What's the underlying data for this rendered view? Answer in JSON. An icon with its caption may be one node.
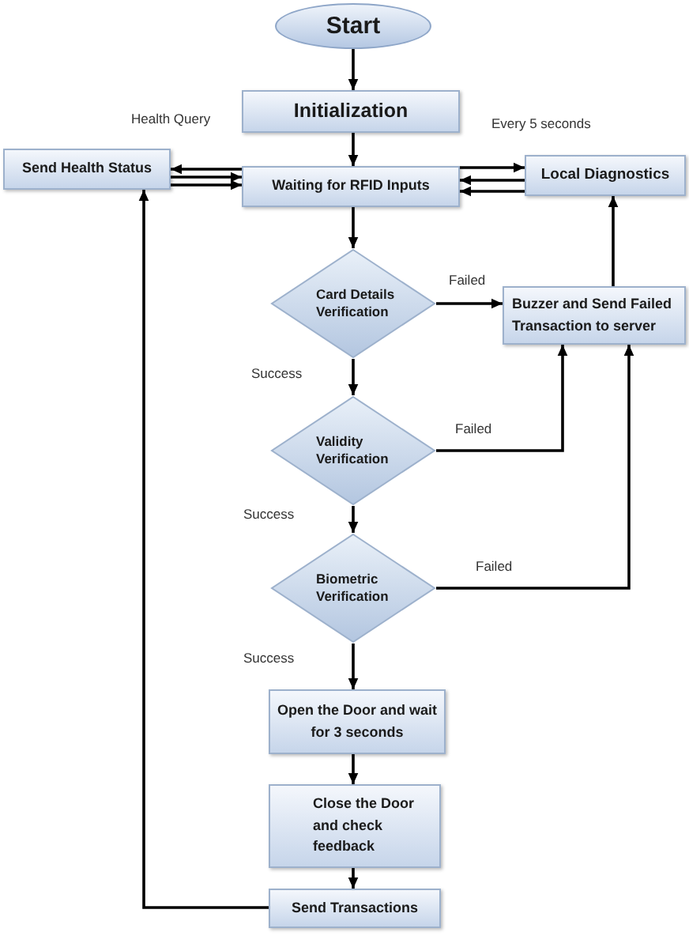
{
  "diagram": {
    "nodes": [
      {
        "text": [
          "Start"
        ]
      },
      {
        "text": [
          "Initialization"
        ]
      },
      {
        "text": [
          "Waiting for RFID Inputs"
        ]
      },
      {
        "text": [
          "Send Health Status"
        ]
      },
      {
        "text": [
          "Local Diagnostics"
        ]
      },
      {
        "text": [
          "Card Details Verification"
        ]
      },
      {
        "text": [
          "Buzzer and Send Failed Transaction to server"
        ]
      },
      {
        "text": [
          "Validity Verification"
        ]
      },
      {
        "text": [
          "Biometric Verification"
        ]
      },
      {
        "text": [
          "Open the Door and wait for 3 seconds"
        ]
      },
      {
        "text": [
          "Close the Door and check feedback"
        ]
      },
      {
        "text": [
          "Send Transactions"
        ]
      }
    ],
    "edges": [
      {
        "from": 0,
        "to": 1,
        "arrow": "to"
      },
      {
        "from": 1,
        "to": 2,
        "arrow": "to"
      },
      {
        "from": 2,
        "to": 3,
        "arrow": "to"
      },
      {
        "from": 3,
        "to": 2,
        "arrow": "to"
      },
      {
        "from": 3,
        "to": 2,
        "arrow": "to"
      },
      {
        "from": 2,
        "to": 4,
        "arrow": "to"
      },
      {
        "from": 4,
        "to": 2,
        "arrow": "to"
      },
      {
        "from": 4,
        "to": 2,
        "arrow": "to"
      },
      {
        "from": 11,
        "to": 3,
        "arrow": "to"
      },
      {
        "from": 2,
        "to": 5,
        "arrow": "to"
      },
      {
        "from": 5,
        "to": 6,
        "arrow": "to",
        "label": "Failed"
      },
      {
        "from": 5,
        "to": 7,
        "arrow": "to",
        "label": "Success"
      },
      {
        "from": 7,
        "to": 6,
        "arrow": "to",
        "label": "Failed"
      },
      {
        "from": 7,
        "to": 8,
        "arrow": "to",
        "label": "Success"
      },
      {
        "from": 8,
        "to": 6,
        "arrow": "to",
        "label": "Failed"
      },
      {
        "from": 8,
        "to": 9,
        "arrow": "to",
        "label": "Success"
      },
      {
        "from": 9,
        "to": 10,
        "arrow": "to"
      },
      {
        "from": 10,
        "to": 11,
        "arrow": "to"
      },
      {
        "from": 6,
        "to": 4,
        "arrow": "to"
      }
    ],
    "labels": [
      "Health Query",
      "Every 5 seconds"
    ]
  }
}
